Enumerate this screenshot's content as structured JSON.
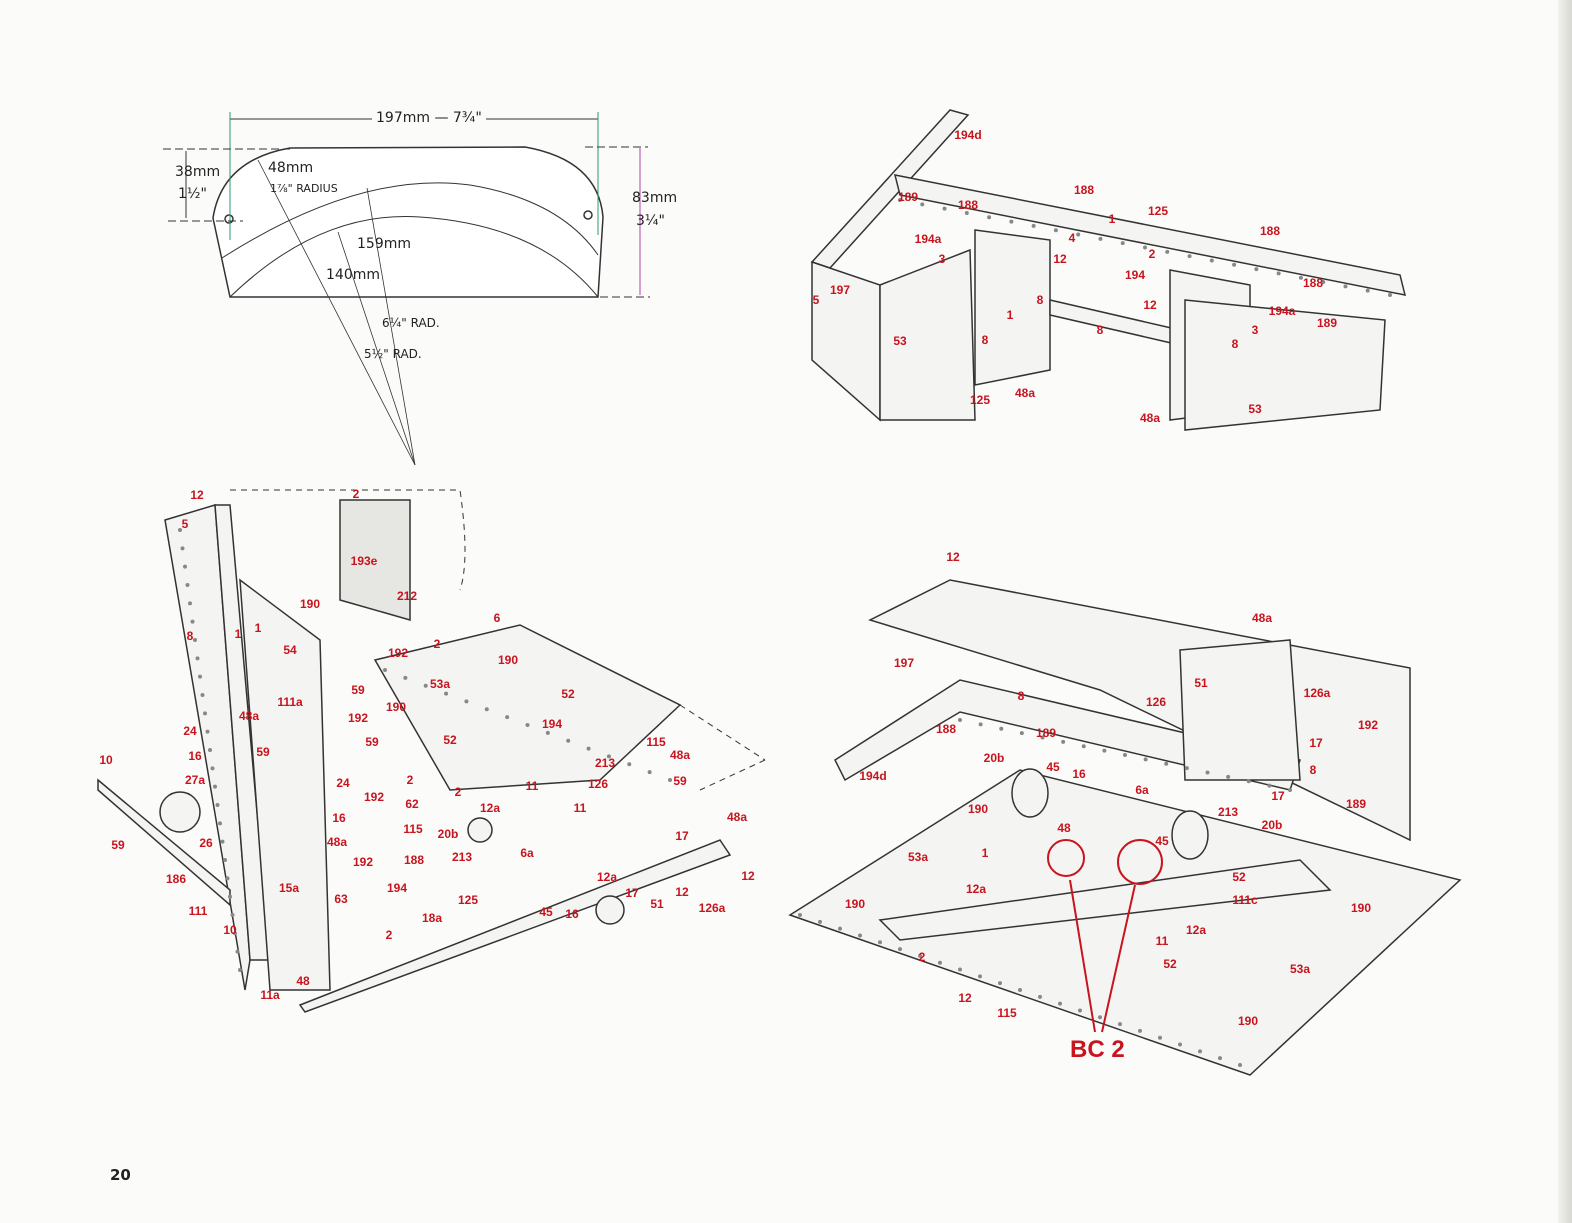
{
  "page_number": "20",
  "dimension_drawing": {
    "width": "197mm — 7¾\"",
    "left_height_mm": "38mm",
    "left_height_in": "1½\"",
    "right_height_mm": "83mm",
    "right_height_in": "3¼\"",
    "corner_radius_mm": "48mm",
    "corner_radius_in": "1⅞\" RADIUS",
    "outer_arc_mm": "159mm",
    "inner_arc_mm": "140mm",
    "outer_arc_in": "6¼\" RAD.",
    "inner_arc_in": "5½\" RAD."
  },
  "assembly_top_right": {
    "labels": [
      "194d",
      "189",
      "188",
      "188",
      "125",
      "188",
      "1",
      "4",
      "2",
      "194",
      "194a",
      "3",
      "12",
      "197",
      "5",
      "53",
      "8",
      "1",
      "8",
      "125",
      "48a",
      "12",
      "188",
      "194a",
      "189",
      "3",
      "8",
      "53",
      "48a",
      "8"
    ]
  },
  "assembly_bottom_left": {
    "labels": [
      "12",
      "5",
      "2",
      "193e",
      "212",
      "190",
      "8",
      "1",
      "1",
      "54",
      "192",
      "2",
      "6",
      "190",
      "53a",
      "52",
      "59",
      "190",
      "111a",
      "48a",
      "192",
      "24",
      "194",
      "59",
      "52",
      "115",
      "48a",
      "10",
      "16",
      "59",
      "27a",
      "24",
      "2",
      "192",
      "62",
      "16",
      "11",
      "11",
      "213",
      "126",
      "59",
      "2",
      "115",
      "20b",
      "48a",
      "12a",
      "48a",
      "17",
      "59",
      "26",
      "6a",
      "192",
      "188",
      "213",
      "12a",
      "12",
      "186",
      "15a",
      "194",
      "125",
      "45",
      "16",
      "51",
      "12",
      "17",
      "126a",
      "111",
      "10",
      "63",
      "18a",
      "2",
      "48",
      "11a"
    ]
  },
  "assembly_bottom_right": {
    "labels": [
      "12",
      "48a",
      "197",
      "51",
      "126a",
      "126",
      "8",
      "188",
      "189",
      "192",
      "17",
      "20b",
      "45",
      "16",
      "8",
      "6a",
      "194d",
      "17",
      "189",
      "190",
      "213",
      "20b",
      "48",
      "45",
      "1",
      "53a",
      "52",
      "12a",
      "111c",
      "190",
      "190",
      "12a",
      "11",
      "2",
      "52",
      "53a",
      "12",
      "115",
      "190"
    ],
    "callout": "BC 2"
  }
}
